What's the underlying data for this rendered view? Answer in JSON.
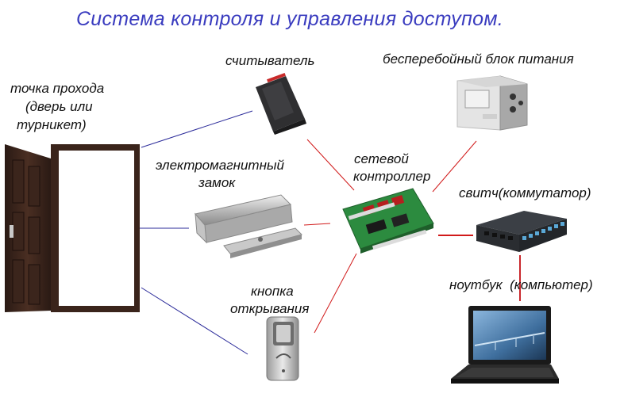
{
  "title": "Система контроля и управления доступом.",
  "labels": {
    "access_point_1": "точка прохода",
    "access_point_2": "(дверь или",
    "access_point_3": "турникет)",
    "reader": "считыватель",
    "ups": "бесперебойный блок питания",
    "lock_1": "электромагнитный",
    "lock_2": "замок",
    "controller_1": "сетевой",
    "controller_2": "контроллер",
    "switch": "свитч(коммутатор)",
    "laptop": "ноутбук  (компьютер)",
    "button_1": "кнопка",
    "button_2": "открывания"
  },
  "colors": {
    "title": "#3a3cbf",
    "door_link": "#2b2b9a",
    "controller_link": "#d11a1a",
    "network_link": "#c9272c"
  }
}
